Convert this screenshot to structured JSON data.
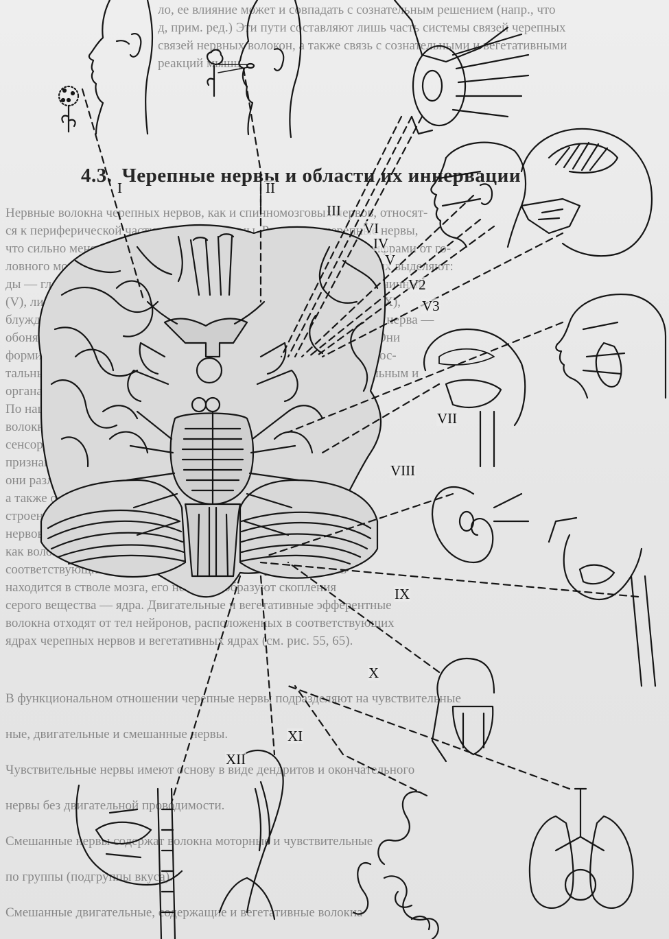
{
  "text_lines": [
    "ло, ее влияние может и совпадать с сознательным решением (напр., что",
    "д, прим. ред.) Эти пути составляют лишь часть системы связей черепных",
    "связей нервных волокон, а также связь с сознательными и вегетативными",
    "реакций мышц",
    "",
    "",
    "Нервные волокна черепных нервов, как и спинномозговых нервов, относят-",
    "ся к периферической части нервной системы. Различают черепные нервы,",
    "что сильно меняют состав и строение, и нумеруют их римскими цифрами от го-",
    "ловного мозга, причем 10 пар нервов отходят от ствола мозга. Из них выделяют:",
    "ды — глазодвигательный (III), блоковый (IV), отводящий (VI), тройничный",
    "(V), лицевой (VII), преддверно-улитковый (VIII), языкоглоточный (IX),",
    "блуждающий (X), добавочный (XI), подъязычный (XII). Первые два нерва —",
    "обонятельный (I) и зрительный (II) — являются выростами мозга. Они",
    "формируются как выросты стенки переднего мозга, отличаются от ос-",
    "тальных по строению с другими нервами и относятся к чувствительным и",
    "органам, отвечающим за чувства (таблица 7.3).",
    "По нашему мнению, для этого используют чувствительные",
    "волокна, знания типов волокон — моторные и",
    "сенсорные, которые можно выявить по морфологическим",
    "признакам чувствительности. Однако",
    "они различаются не только этим,",
    "а также особенностями, зависящими от функции и",
    "строением органов (рис. 7). Некоторые из",
    "нервов соответствуют их ядрам в стволе",
    "как волокна, так обычно, через них проходят",
    "соответствующие ядра. Центральный отдел черепных нервов",
    "находится в стволе мозга, его нейроны образуют скопления",
    "серого вещества — ядра. Двигательные и вегетативные эфферентные",
    "волокна отходят от тел нейронов, расположенных в соответствующих",
    "ядрах черепных нервов и вегетативных ядрах (см. рис. 55, 65).",
    "В функциональном отношении черепные нервы подразделяют на чувствительные",
    "ные, двигательные и смешанные нервы.",
    "Чувствительные нервы имеют основу в виде дендритов и окончательного",
    "нервы без двигательной проводимости.",
    "Смешанные нервы содержат волокна моторные и чувствительные",
    "по группы (подгруппы вкуса).",
    "Смешанные двигательные, содержащие и вегетативные волокна"
  ],
  "heading": {
    "number": "4.3.",
    "title": "Черепные нервы и области их иннервации"
  },
  "nerve_labels": [
    "I",
    "II",
    "III",
    "VI",
    "IV",
    "V",
    "V2",
    "V3",
    "VII",
    "VIII",
    "IX",
    "X",
    "XI",
    "XII"
  ],
  "colors": {
    "ink": "#161616",
    "paper": "#e8e8e8",
    "brain_fill": "#dadada",
    "stem_fill": "#d0d0d0"
  },
  "icons": [
    "flower-icon",
    "eye-icon",
    "ear-icon",
    "lungs-icon",
    "intestine-icon",
    "larynx-icon"
  ]
}
